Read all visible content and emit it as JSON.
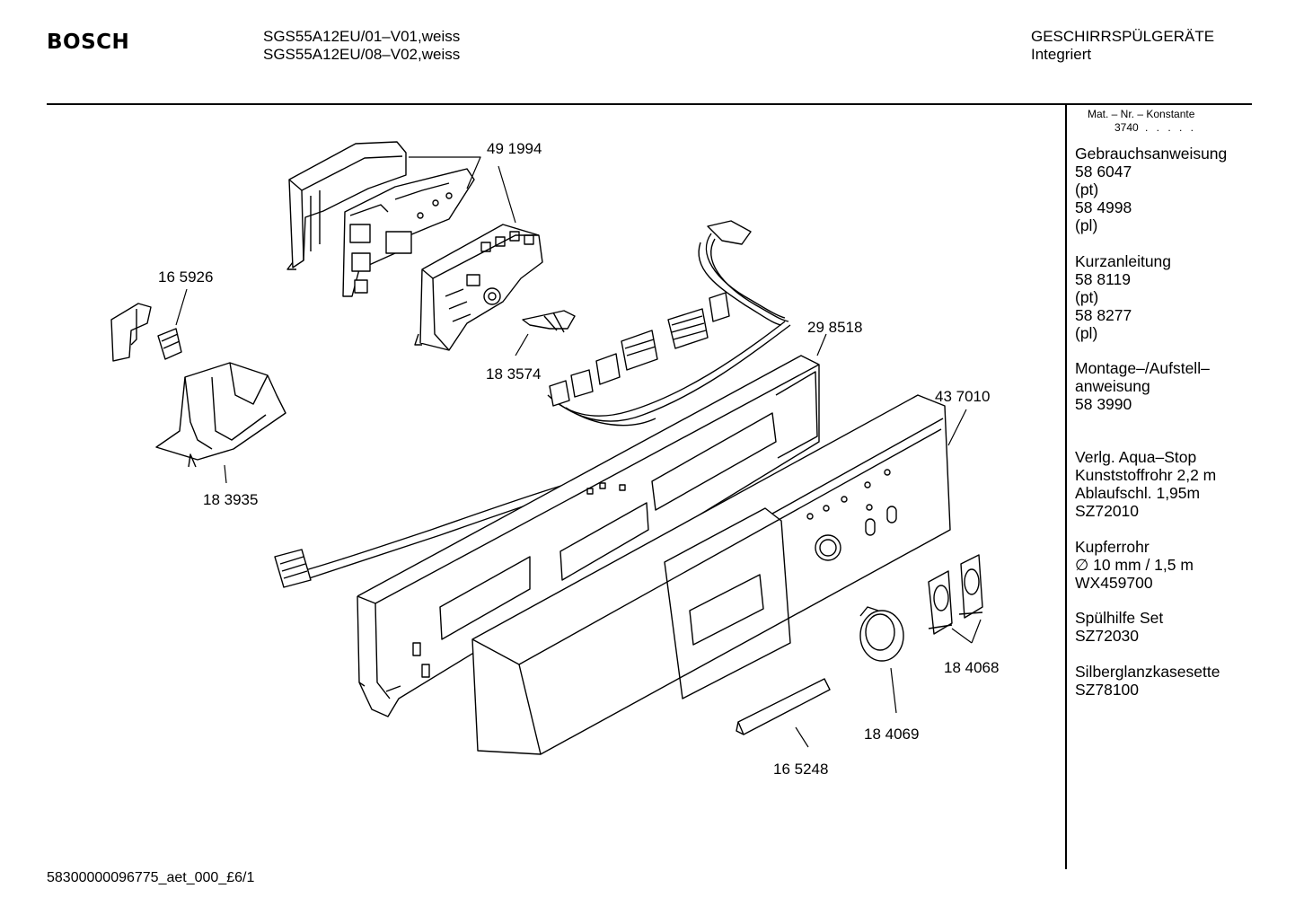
{
  "header": {
    "brand": "BOSCH",
    "models": [
      "SGS55A12EU/01–V01,weiss",
      "SGS55A12EU/08–V02,weiss"
    ],
    "category": "GESCHIRRSPÜLGERÄTE",
    "subcategory": "Integriert"
  },
  "sidebar": {
    "mat_label": "Mat. – Nr. – Konstante",
    "mat_value": "3740",
    "mat_dots": ". . . . .",
    "items": [
      [
        "Gebrauchsanweisung",
        "58 6047",
        "(pt)",
        "58 4998",
        "(pl)"
      ],
      [
        "Kurzanleitung",
        "58 8119",
        "(pt)",
        "58 8277",
        "(pl)"
      ],
      [
        "Montage–/Aufstell–",
        "anweisung",
        "58 3990"
      ],
      [
        "Verlg. Aqua–Stop",
        "Kunststoffrohr 2,2 m",
        "Ablaufschl. 1,95m",
        "SZ72010"
      ],
      [
        "Kupferrohr",
        "∅ 10 mm / 1,5 m",
        "WX459700"
      ],
      [
        "Spülhilfe Set",
        "SZ72030"
      ],
      [
        "Silberglanzkasesette",
        "SZ78100"
      ]
    ]
  },
  "parts": {
    "p491994": "49 1994",
    "p165926": "16 5926",
    "p183574": "18 3574",
    "p298518": "29 8518",
    "p437010": "43 7010",
    "p183935": "18 3935",
    "p184068": "18 4068",
    "p184069": "18 4069",
    "p165248": "16 5248"
  },
  "footer": {
    "code": "58300000096775_aet_000_£6/1"
  }
}
